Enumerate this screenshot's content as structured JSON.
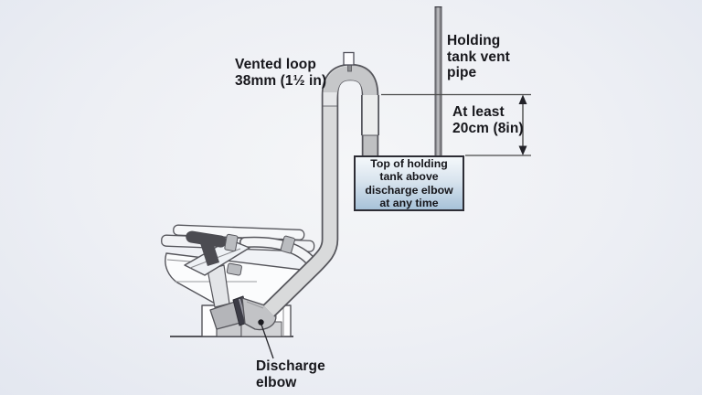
{
  "diagram": {
    "title_context": "Marine toilet vented loop installation diagram",
    "labels": {
      "vented_loop": {
        "line1": "Vented loop",
        "line2": "38mm (1½ in)"
      },
      "vent_pipe": {
        "line1": "Holding",
        "line2": "tank vent",
        "line3": "pipe"
      },
      "clearance": {
        "line1": "At least",
        "line2": "20cm (8in)"
      },
      "note_box": {
        "line1": "Top of holding",
        "line2": "tank above",
        "line3": "discharge elbow",
        "line4": "at any time"
      },
      "discharge_elbow": {
        "line1": "Discharge",
        "line2": "elbow"
      }
    },
    "measurement": {
      "value": "20cm (8in)",
      "meaning": "minimum height of vent pipe above top of holding tank"
    },
    "pipe_size": "38mm (1½ in)",
    "colors": {
      "background_edge": "#e3e7f0",
      "background_center": "#f5f6f8",
      "note_box_top": "#f4f8fb",
      "note_box_bottom": "#a7c2d9",
      "note_box_border": "#2d2d35",
      "hose_fill": "#d9dadb",
      "hose_outline": "#55555b",
      "arch_fill": "#c6c7c9",
      "vent_pipe_dark": "#4e4e54",
      "clamp_dark": "#3c3c46",
      "line_color": "#4a4a4a",
      "text_color": "#17171c"
    }
  }
}
